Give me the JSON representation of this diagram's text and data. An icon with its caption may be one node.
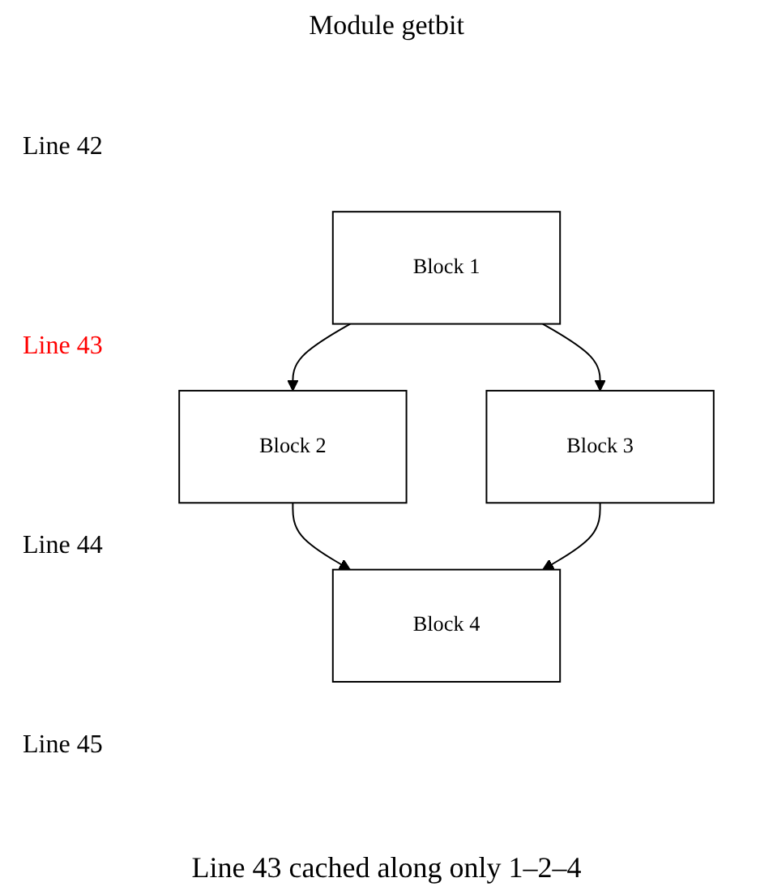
{
  "diagram": {
    "title": "Module getbit",
    "caption": "Line 43 cached along only 1–2–4",
    "nodes": [
      {
        "text": [
          "Block 1"
        ]
      },
      {
        "text": [
          "Block 2"
        ]
      },
      {
        "text": [
          "Block 3"
        ]
      },
      {
        "text": [
          "Block 4"
        ]
      }
    ],
    "edges": [
      {
        "from": 0,
        "to": 1,
        "arrow": "to"
      },
      {
        "from": 0,
        "to": 2,
        "arrow": "to"
      },
      {
        "from": 1,
        "to": 3,
        "arrow": "to"
      },
      {
        "from": 2,
        "to": 3,
        "arrow": "to"
      }
    ],
    "labels": [
      "Line 42",
      "Line 43",
      "Line 44",
      "Line 45"
    ]
  }
}
